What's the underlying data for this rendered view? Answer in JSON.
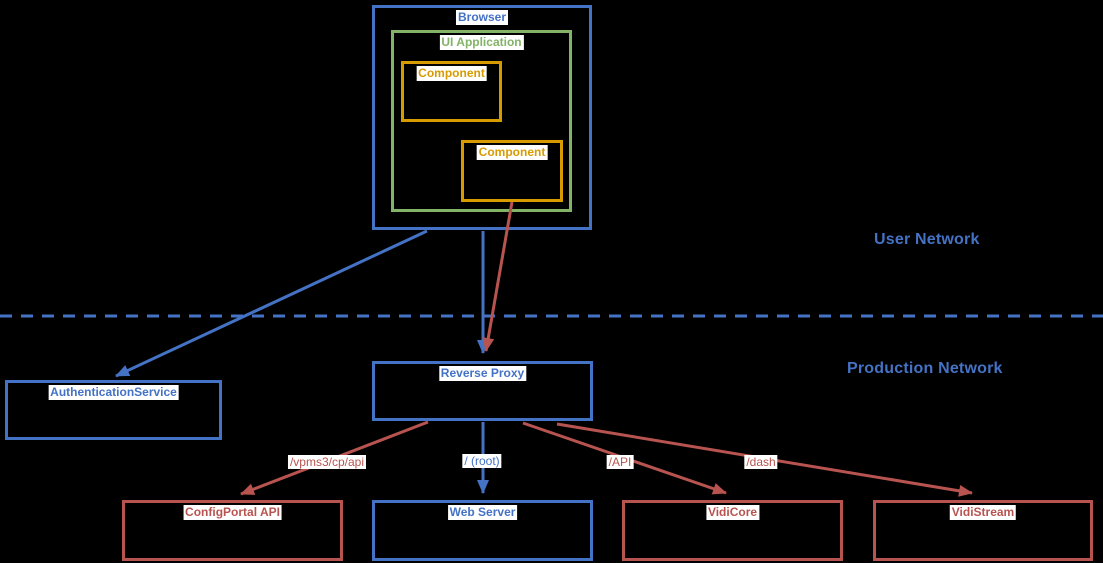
{
  "diagram": {
    "background": "#000000",
    "colors": {
      "blue": "#4472C4",
      "red": "#B85450",
      "green": "#82B366",
      "orange": "#D79B00",
      "label_background": "#FFFFFF",
      "background": "#000000"
    },
    "zones": {
      "user_network": "User Network",
      "production_network": "Production Network"
    },
    "nodes": {
      "browser": {
        "label": "Browser"
      },
      "ui_application": {
        "label": "UI Application"
      },
      "component_a": {
        "label": "Component"
      },
      "component_b": {
        "label": "Component"
      },
      "authentication_service": {
        "label": "AuthenticationService"
      },
      "reverse_proxy": {
        "label": "Reverse Proxy"
      },
      "configportal_api": {
        "label": "ConfigPortal API"
      },
      "web_server": {
        "label": "Web Server"
      },
      "vidicore": {
        "label": "VidiCore"
      },
      "vidistream": {
        "label": "VidiStream"
      }
    },
    "edges": [
      {
        "from": "Browser",
        "to": "AuthenticationService",
        "color": "blue",
        "label": ""
      },
      {
        "from": "Browser",
        "to": "Reverse Proxy",
        "color": "blue",
        "label": ""
      },
      {
        "from": "Component",
        "to": "Reverse Proxy",
        "color": "red",
        "label": ""
      },
      {
        "from": "Reverse Proxy",
        "to": "ConfigPortal API",
        "color": "red",
        "label": "/vpms3/cp/api"
      },
      {
        "from": "Reverse Proxy",
        "to": "Web Server",
        "color": "blue",
        "label": "/ (root)"
      },
      {
        "from": "Reverse Proxy",
        "to": "VidiCore",
        "color": "red",
        "label": "/API"
      },
      {
        "from": "Reverse Proxy",
        "to": "VidiStream",
        "color": "red",
        "label": "/dash"
      }
    ]
  }
}
